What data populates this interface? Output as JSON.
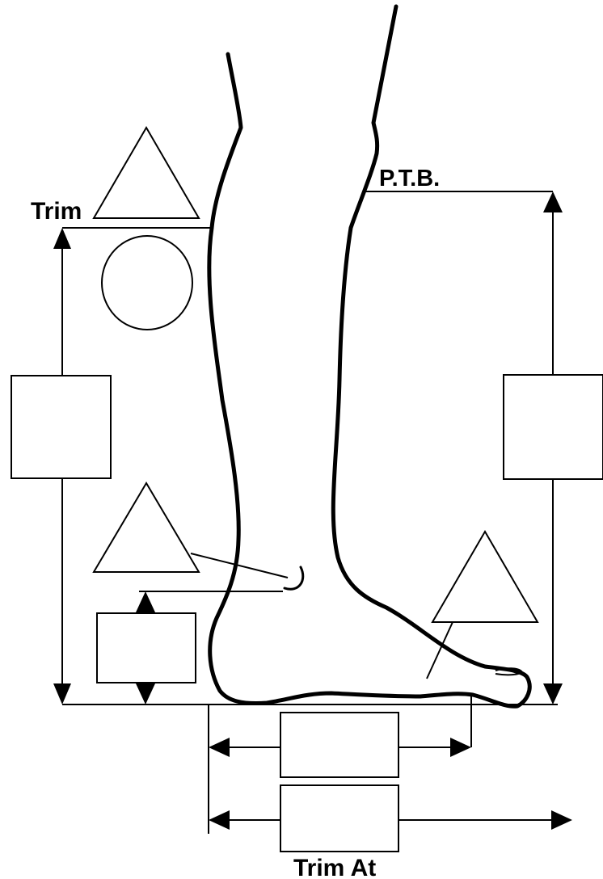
{
  "labels": {
    "trim": "Trim",
    "ptb": "P.T.B.",
    "trim_at": "Trim At"
  },
  "colors": {
    "line": "#000000",
    "background": "#ffffff",
    "field_fill": "#ffffff"
  }
}
